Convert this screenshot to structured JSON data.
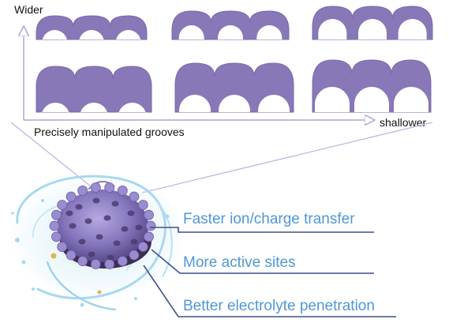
{
  "axes": {
    "y_label": "Wider",
    "x_label": "shallower",
    "caption": "Precisely manipulated grooves"
  },
  "properties": [
    {
      "label": "Faster ion/charge transfer"
    },
    {
      "label": "More active sites"
    },
    {
      "label": "Better electrolyte penetration"
    }
  ],
  "colors": {
    "groove_fill": "#8878b8",
    "groove_stroke": "#7a6aa8",
    "axis_line": "#b0a6d4",
    "callout_text": "#4f97d4",
    "callout_line": "#3f4f8a",
    "splash": "#a8d8ef",
    "particle_body": "#8a7bc0",
    "particle_dark": "#3b2f52"
  }
}
